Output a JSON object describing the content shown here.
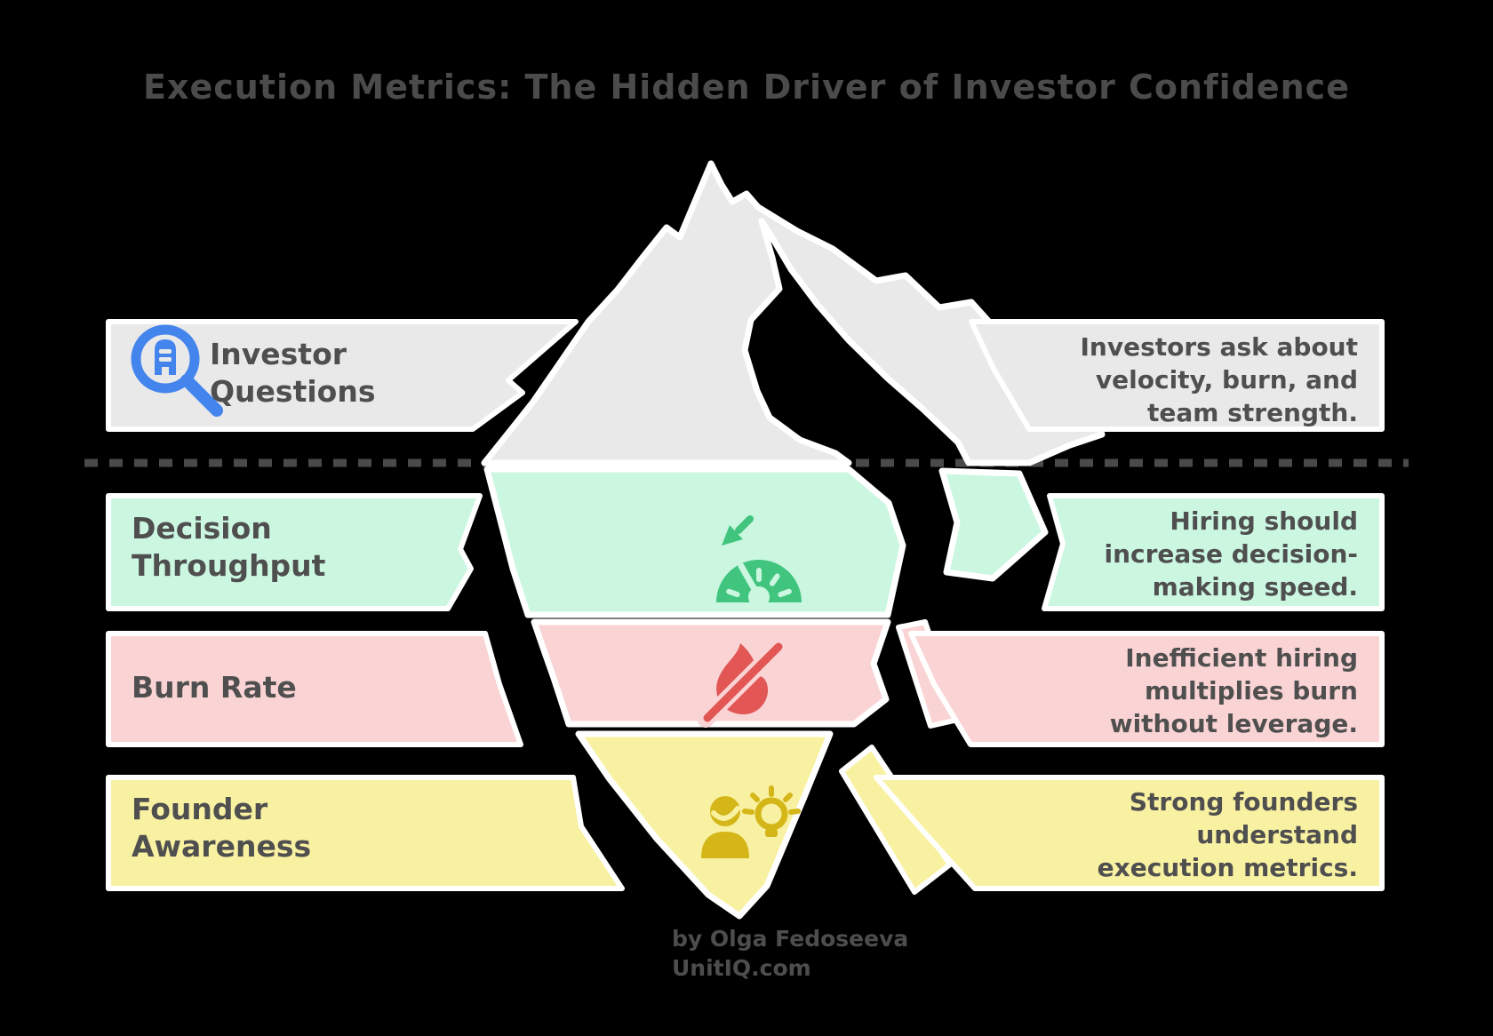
{
  "title": "Execution Metrics: The Hidden Driver of Investor Confidence",
  "credit": {
    "line1": "by Olga Fedoseeva",
    "line2": "UnitIQ.com"
  },
  "colors": {
    "background": "#000000",
    "surface_gray": "#e9e9e9",
    "mint": "#cbf7e1",
    "pink": "#fad4d4",
    "yellow": "#f9f1a2",
    "text": "#4f4f4f",
    "waterline": "#4a4a4a",
    "outline_white": "#ffffff",
    "icon_blue": "#4484ed",
    "icon_green": "#41c57e",
    "icon_red": "#e25656",
    "icon_gold": "#d4b618"
  },
  "rows": [
    {
      "id": "investor-questions",
      "label": "Investor Questions",
      "label_lines": [
        "Investor",
        "Questions"
      ],
      "icon": "magnifier-building-icon",
      "color": "#e9e9e9",
      "description": "Investors ask about velocity, burn, and team strength.",
      "desc_lines": [
        "Investors ask about",
        "velocity, burn, and",
        "team strength."
      ]
    },
    {
      "id": "decision-throughput",
      "label": "Decision Throughput",
      "label_lines": [
        "Decision",
        "Throughput"
      ],
      "icon": "gauge-down-arrow-icon",
      "color": "#cbf7e1",
      "description": "Hiring should increase decision-making speed.",
      "desc_lines": [
        "Hiring should",
        "increase decision-",
        "making speed."
      ]
    },
    {
      "id": "burn-rate",
      "label": "Burn Rate",
      "label_lines": [
        "Burn Rate"
      ],
      "icon": "flame-slash-icon",
      "color": "#fad4d4",
      "description": "Inefficient hiring multiplies burn without leverage.",
      "desc_lines": [
        "Inefficient hiring",
        "multiplies burn",
        "without leverage."
      ]
    },
    {
      "id": "founder-awareness",
      "label": "Founder Awareness",
      "label_lines": [
        "Founder",
        "Awareness"
      ],
      "icon": "person-lightbulb-icon",
      "color": "#f9f1a2",
      "description": "Strong founders understand execution metrics.",
      "desc_lines": [
        "Strong founders",
        "understand",
        "execution metrics."
      ]
    }
  ]
}
